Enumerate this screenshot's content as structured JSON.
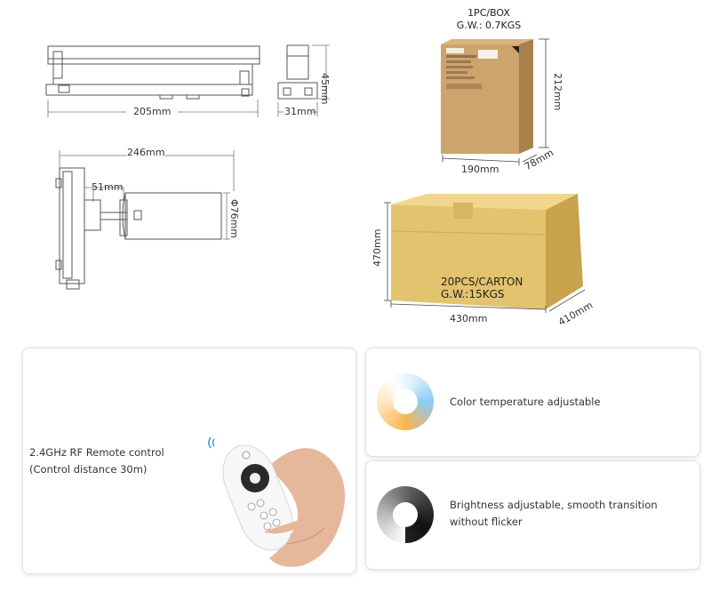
{
  "dimensions": {
    "side_length": "205mm",
    "end_width": "31mm",
    "end_height": "45mm",
    "total_length": "246mm",
    "arm_length": "51mm",
    "head_diameter": "Φ76mm"
  },
  "small_box": {
    "line1": "1PC/BOX",
    "line2": "G.W.: 0.7KGS",
    "width": "190mm",
    "depth": "78mm",
    "height": "212mm"
  },
  "carton": {
    "line1": "20PCS/CARTON",
    "line2": "G.W.:15KGS",
    "width": "430mm",
    "depth": "410mm",
    "height": "470mm"
  },
  "features": {
    "remote_line1": "2.4GHz RF Remote control",
    "remote_line2": "(Control distance 30m)",
    "color_temp": "Color temperature adjustable",
    "brightness_line1": "Brightness adjustable, smooth transition",
    "brightness_line2": "without flicker"
  },
  "colors": {
    "kraft": "#c9a06a",
    "carton": "#e3c36e",
    "warm": "#f9b54c",
    "cool": "#8ccaf3"
  }
}
